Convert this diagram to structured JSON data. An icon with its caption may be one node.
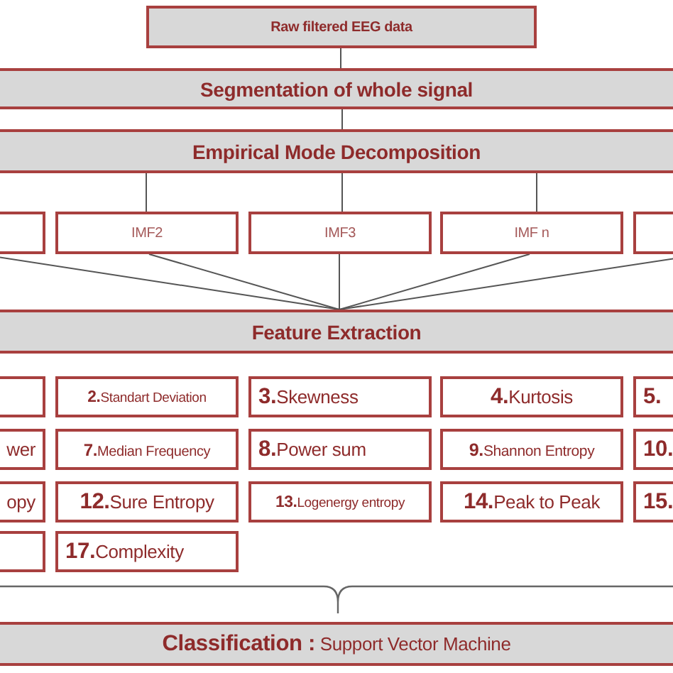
{
  "diagram": {
    "nodes": [
      {
        "text": [
          "Raw  filtered EEG data"
        ]
      },
      {
        "text": [
          "Segmentation of whole signal"
        ]
      },
      {
        "text": [
          "Empirical Mode Decomposition"
        ]
      },
      {
        "text": [],
        "shape": "box"
      },
      {
        "text": [
          "IMF2"
        ]
      },
      {
        "text": [
          "IMF3"
        ]
      },
      {
        "text": [
          "IMF n"
        ]
      },
      {
        "text": [],
        "shape": "box"
      },
      {
        "text": [
          "Feature Extraction"
        ]
      },
      {
        "text": [],
        "shape": "box"
      },
      {
        "text": [
          "**2.**Standart Deviation"
        ]
      },
      {
        "text": [
          "**3.**Skewness"
        ]
      },
      {
        "text": [
          "**4.**Kurtosis"
        ]
      },
      {
        "text": [
          "**5.**"
        ]
      },
      {
        "text": [
          "wer"
        ]
      },
      {
        "text": [
          "**7.**Median Frequency"
        ]
      },
      {
        "text": [
          "**8.**Power sum"
        ]
      },
      {
        "text": [
          "**9.**Shannon Entropy"
        ]
      },
      {
        "text": [
          "**10.**"
        ]
      },
      {
        "text": [
          "opy"
        ]
      },
      {
        "text": [
          "**12.**Sure Entropy"
        ]
      },
      {
        "text": [
          "**13.**Logenergy entropy"
        ]
      },
      {
        "text": [
          "**14.**Peak to Peak"
        ]
      },
      {
        "text": [
          "**15.**"
        ]
      },
      {
        "text": [],
        "shape": "box"
      },
      {
        "text": [
          "**17.**Complexity"
        ]
      },
      {
        "text": [
          "**Classification :** Support Vector Machine"
        ]
      }
    ],
    "edges": [
      {
        "from": 0,
        "to": 1,
        "arrow": "none"
      },
      {
        "from": 1,
        "to": 2,
        "arrow": "none"
      },
      {
        "from": 2,
        "to": 4,
        "arrow": "none"
      },
      {
        "from": 2,
        "to": 5,
        "arrow": "none"
      },
      {
        "from": 2,
        "to": 6,
        "arrow": "none"
      },
      {
        "from": 3,
        "to": 8,
        "arrow": "none"
      },
      {
        "from": 4,
        "to": 8,
        "arrow": "none"
      },
      {
        "from": 5,
        "to": 8,
        "arrow": "none"
      },
      {
        "from": 6,
        "to": 8,
        "arrow": "none"
      },
      {
        "from": 7,
        "to": 8,
        "arrow": "none"
      }
    ]
  }
}
